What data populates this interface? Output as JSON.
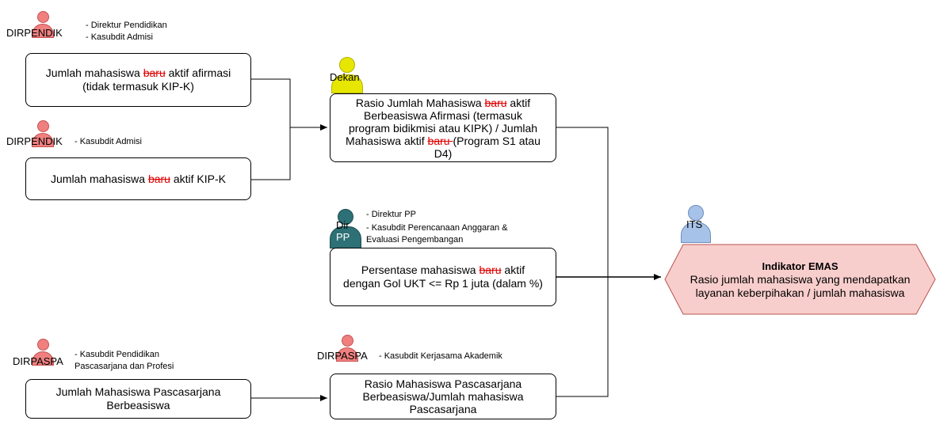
{
  "actors": {
    "dirpendik1": {
      "label": "DIRPENDIK",
      "notes": [
        "- Direktur Pendidikan",
        "- Kasubdit Admisi"
      ]
    },
    "dirpendik2": {
      "label": "DIRPENDIK",
      "notes": [
        "- Kasubdit Admisi"
      ]
    },
    "dekan": {
      "label": "Dekan"
    },
    "dirpp": {
      "label_line1": "Dir",
      "label_line2": "PP",
      "notes": [
        "- Direktur PP",
        "- Kasubdit Perencanaan Anggaran &",
        "Evaluasi Pengembangan"
      ]
    },
    "its": {
      "label": "ITS"
    },
    "dirpaspa1": {
      "label": "DIRPASPA",
      "notes": [
        "- Kasubdit Pendidikan",
        "Pascasarjana dan Profesi"
      ]
    },
    "dirpaspa2": {
      "label": "DIRPASPA",
      "notes": [
        "- Kasubdit Kerjasama Akademik"
      ]
    }
  },
  "boxes": {
    "afirmasi": {
      "pre": "Jumlah mahasiswa ",
      "strike": "baru",
      "post": " aktif afirmasi",
      "line2": "(tidak termasuk KIP-K)"
    },
    "kipk": {
      "pre": "Jumlah mahasiswa ",
      "strike": "baru",
      "post": " aktif KIP-K"
    },
    "rasio_afirmasi": {
      "l1_pre": "Rasio Jumlah Mahasiswa ",
      "l1_strike": "baru",
      "l1_post": " aktif",
      "l2": "Berbeasiswa Afirmasi (termasuk",
      "l3": "program bidikmisi atau KIPK) / Jumlah",
      "l4_pre": "Mahasiswa aktif ",
      "l4_strike": "baru ",
      "l4_post": "(Program S1 atau",
      "l5": "D4)"
    },
    "persentase": {
      "l1_pre": "Persentase mahasiswa ",
      "l1_strike": "baru",
      "l1_post": " aktif",
      "l2": "dengan Gol UKT <= Rp 1 juta (dalam %)"
    },
    "pasca_beasiswa": {
      "l1": "Jumlah Mahasiswa Pascasarjana",
      "l2": "Berbeasiswa"
    },
    "rasio_pasca": {
      "l1": "Rasio Mahasiswa Pascasarjana",
      "l2": "Berbeasiswa/Jumlah mahasiswa",
      "l3": "Pascasarjana"
    }
  },
  "indicator": {
    "title": "Indikator EMAS",
    "line1": "Rasio jumlah mahasiswa yang mendapatkan",
    "line2": "layanan keberpihakan / jumlah mahasiswa"
  },
  "colors": {
    "person_red": "#f08080",
    "person_yellow": "#e6e600",
    "person_teal": "#2d7075",
    "person_blue": "#a7c2e8",
    "hexagon_fill": "#f8cecc",
    "hexagon_stroke": "#b85450",
    "strike_red": "#e00000"
  }
}
